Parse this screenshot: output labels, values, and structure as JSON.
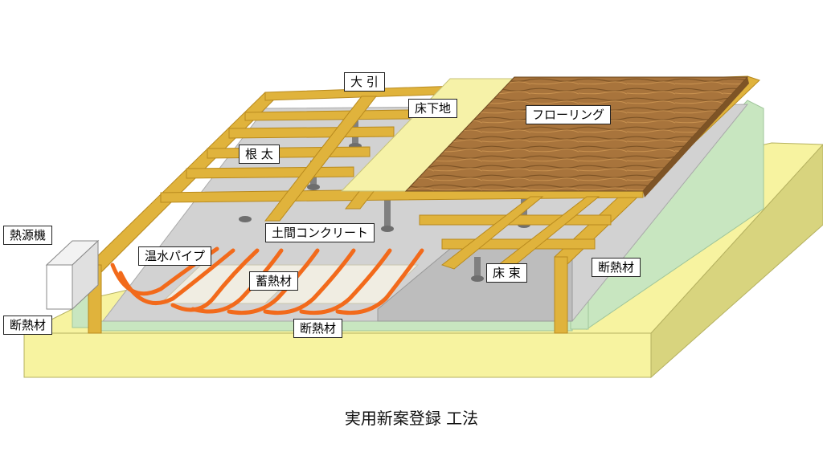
{
  "labels": {
    "ohiki": "大 引",
    "yukashitaji": "床下地",
    "flooring": "フローリング",
    "neda": "根 太",
    "doma_concrete": "土間コンクリート",
    "netsugenki": "熱源機",
    "onsui_pipe": "温水パイプ",
    "chikunetsuzai": "蓄熱材",
    "yukazuka": "床 束",
    "dannetsuzai_right": "断熱材",
    "dannetsuzai_left": "断熱材",
    "dannetsuzai_bottom": "断熱材"
  },
  "caption": "実用新案登録 工法",
  "colors": {
    "foundation": "#f7f3a0",
    "foundation_side": "#d8d47e",
    "insulation": "#c8e6c0",
    "insulation_dark": "#a9d1a5",
    "concrete": "#d2d2d2",
    "concrete_dark": "#a9a9a9",
    "timber": "#e0b33c",
    "timber_dark": "#b88a1e",
    "subfloor": "#f6f2a8",
    "flooring": "#a8743c",
    "pipe": "#f26a1b",
    "heat_storage": "#f4f1e4"
  }
}
